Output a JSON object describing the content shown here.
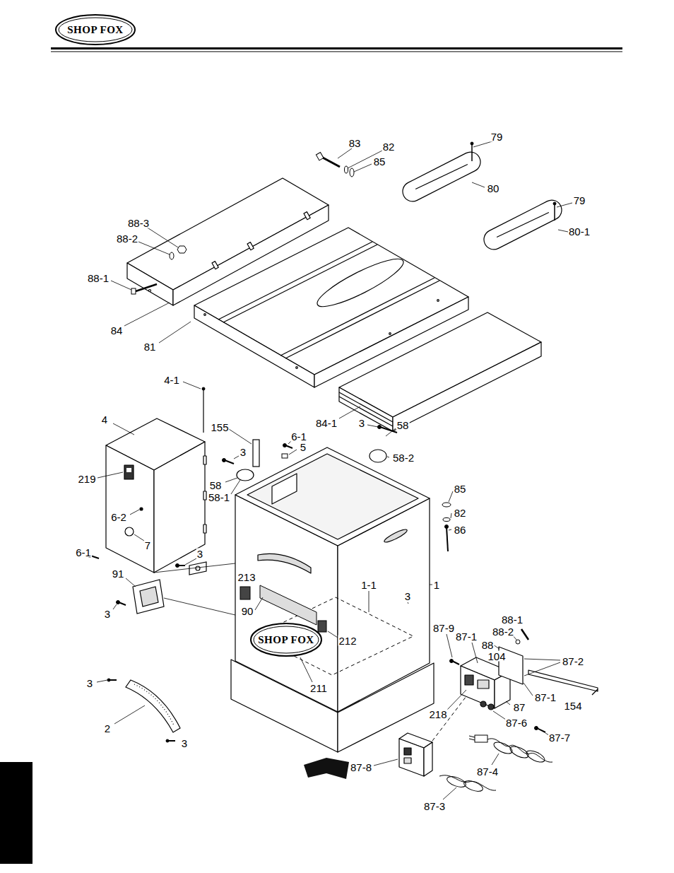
{
  "diagram": {
    "labels": [
      "SHOP FOX",
      "79",
      "83",
      "82",
      "85",
      "80",
      "79",
      "88-3",
      "80-1",
      "88-2",
      "88-1",
      "84",
      "81",
      "4-1",
      "84-1",
      "4",
      "3",
      "58",
      "155",
      "6-1",
      "5",
      "3",
      "58-2",
      "219",
      "58",
      "85",
      "58-1",
      "82",
      "6-2",
      "86",
      "7",
      "6-1",
      "3",
      "91",
      "213",
      "1-1",
      "1",
      "3",
      "90",
      "3",
      "88-1",
      "87-9",
      "88-2",
      "87-1",
      "SHOP FOX",
      "212",
      "104",
      "88",
      "87-2",
      "3",
      "211",
      "87-1",
      "154",
      "218",
      "87",
      "87-6",
      "2",
      "87-7",
      "3",
      "87-8",
      "87-4",
      "87-3"
    ]
  }
}
